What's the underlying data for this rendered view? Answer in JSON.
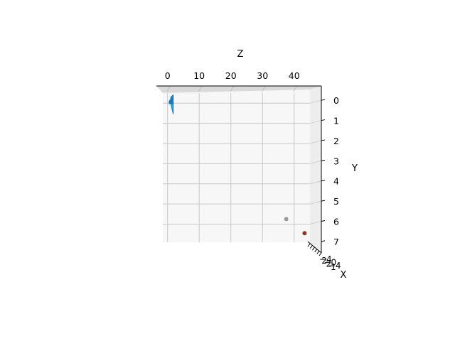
{
  "chart_data": {
    "type": "scatter",
    "projection": "3d",
    "axes": {
      "z": {
        "label": "Z",
        "ticks": [
          "0",
          "10",
          "20",
          "30",
          "40"
        ],
        "range": [
          -1.5,
          45
        ]
      },
      "y": {
        "label": "Y",
        "ticks": [
          "0",
          "1",
          "2",
          "3",
          "4",
          "5",
          "6",
          "7"
        ],
        "range": [
          -0.5,
          6.9
        ]
      },
      "x": {
        "label": "X",
        "ticks": [
          "4",
          "2",
          "0",
          "2",
          "4",
          "1"
        ]
      }
    },
    "grid": true,
    "pane_color": "#f2f2f2",
    "series": [
      {
        "kind": "surface",
        "colors": [
          "#1f77b4",
          "#17becf"
        ],
        "points": [
          {
            "z": 1.0,
            "y": -0.3
          },
          {
            "z": 1.8,
            "y": -0.4
          },
          {
            "z": 1.8,
            "y": 0.55
          },
          {
            "z": 1.2,
            "y": 0.15
          }
        ]
      },
      {
        "kind": "scatter",
        "color": "#999999",
        "points": [
          {
            "z": 37.5,
            "y": 5.75
          }
        ]
      },
      {
        "kind": "scatter",
        "color": "#8c3a2b",
        "points": [
          {
            "z": 43.3,
            "y": 6.45
          }
        ]
      }
    ]
  }
}
